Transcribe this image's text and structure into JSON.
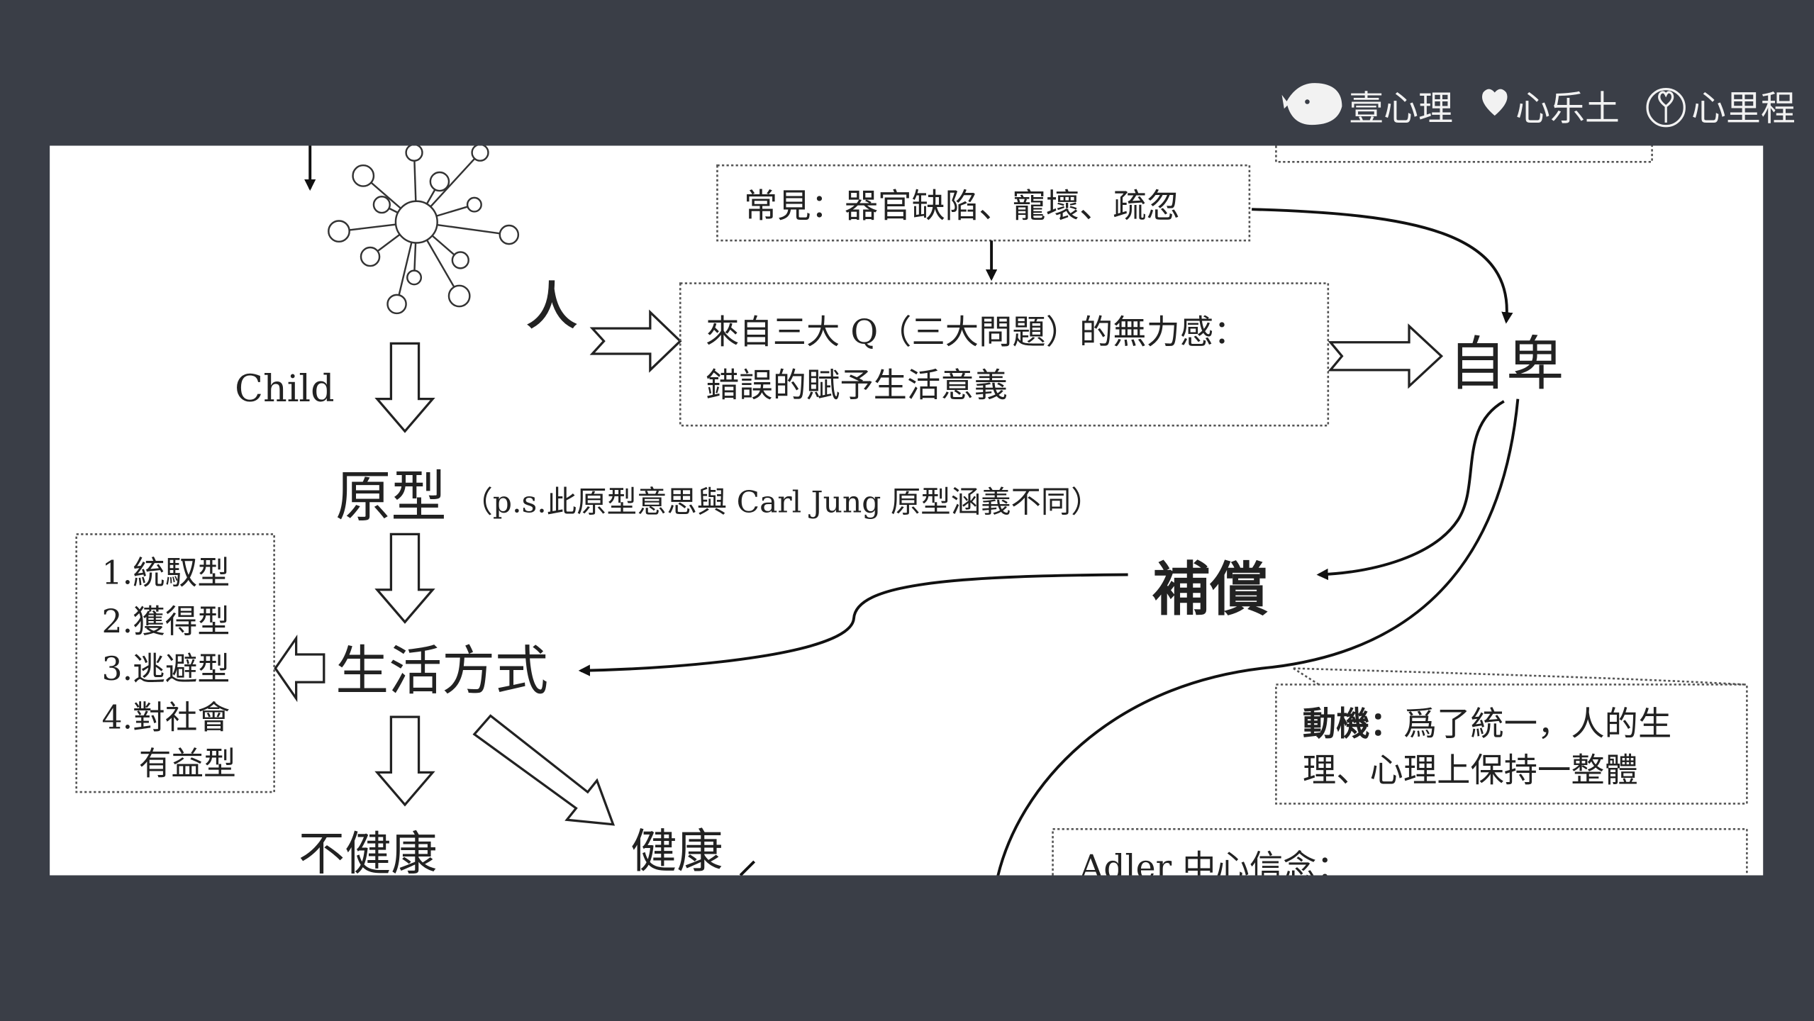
{
  "logos": [
    "壹心理",
    "心乐土",
    "心里程"
  ],
  "diagram": {
    "person": "人",
    "common_causes": "常見：器官缺陷、寵壞、疏忽",
    "powerless_line1": "來自三大 Q（三大問題）的無力感：",
    "powerless_line2": "錯誤的賦予生活意義",
    "inferiority": "自卑",
    "child": "Child",
    "prototype": "原型",
    "prototype_note": "（p.s.此原型意思與 Carl Jung 原型涵義不同）",
    "types": [
      "1.統馭型",
      "2.獲得型",
      "3.逃避型",
      "4.對社會",
      "有益型"
    ],
    "lifestyle": "生活方式",
    "unhealthy": "不健康",
    "healthy": "健康",
    "compensation": "補償",
    "motive_label": "動機：",
    "motive_line1": "爲了統一，人的生",
    "motive_line2": "理、心理上保持一整體",
    "adler_belief": "Adler 中心信念："
  },
  "colors": {
    "background": "#3a3e47",
    "panel": "#ffffff"
  }
}
